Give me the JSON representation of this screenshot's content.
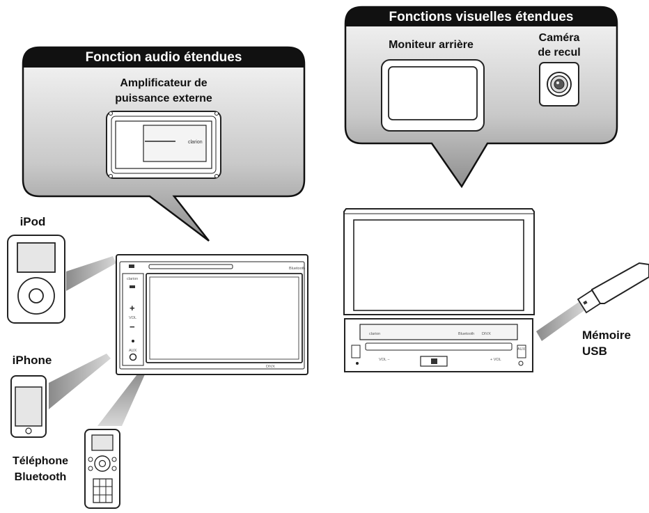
{
  "audio_callout": {
    "header": "Fonction audio étendues",
    "item_line1": "Amplificateur de",
    "item_line2": "puissance externe",
    "amp_brand": "clarion"
  },
  "visual_callout": {
    "header": "Fonctions visuelles étendues",
    "monitor_label": "Moniteur arrière",
    "camera_line1": "Caméra",
    "camera_line2": "de recul"
  },
  "devices": {
    "ipod": "iPod",
    "iphone": "iPhone",
    "phone_line1": "Téléphone",
    "phone_line2": "Bluetooth",
    "usb_line1": "Mémoire",
    "usb_line2": "USB"
  },
  "head_unit": {
    "brand": "clarion",
    "bluetooth": "Bluetooth",
    "divx": "DIVX",
    "plus": "+",
    "minus": "−",
    "vol": "VOL",
    "aux": "AUX"
  },
  "fold_unit": {
    "brand": "clarion",
    "bluetooth": "Bluetooth",
    "divx": "DIVX",
    "vol_minus": "VOL −",
    "vol_plus": "+ VOL",
    "aux": "AUX"
  }
}
